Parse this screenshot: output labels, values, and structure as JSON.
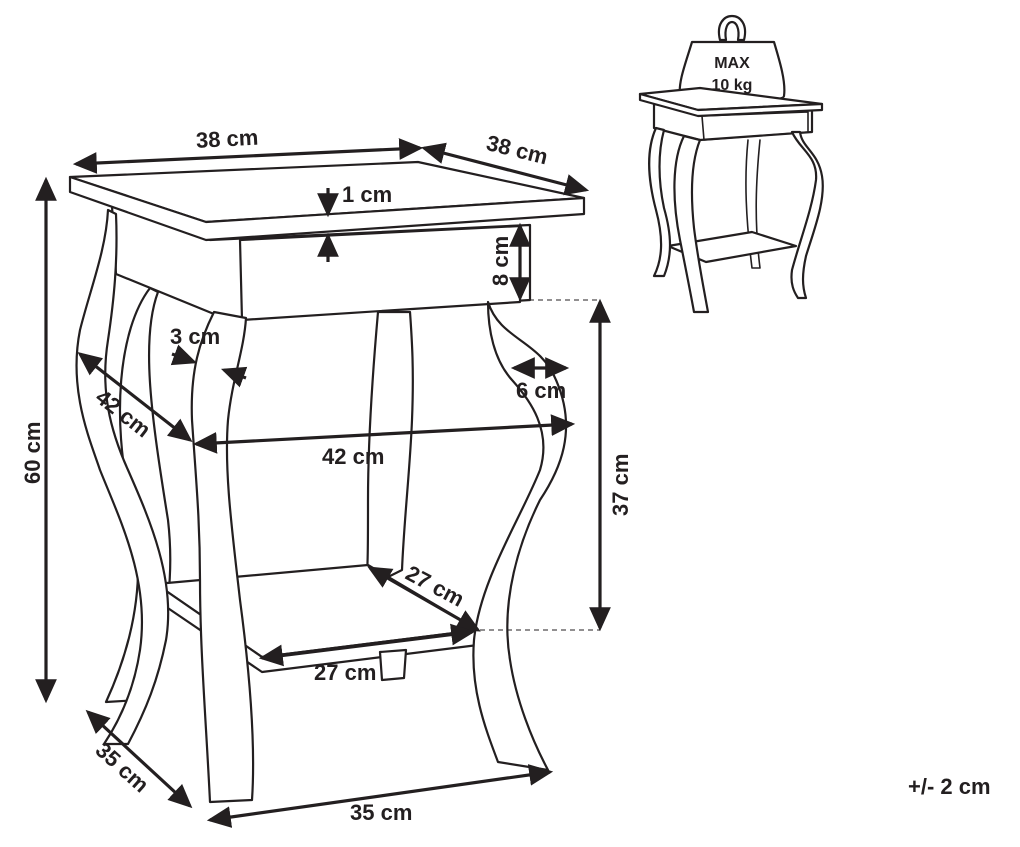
{
  "diagram": {
    "dimensions": {
      "top_width": "38 cm",
      "top_depth": "38 cm",
      "top_thickness": "1 cm",
      "drawer_height": "8 cm",
      "leg_width": "3 cm",
      "leg_curve": "6 cm",
      "mid_depth": "42 cm",
      "mid_width": "42 cm",
      "total_height": "60 cm",
      "shelf_clearance": "37 cm",
      "shelf_depth": "27 cm",
      "shelf_width": "27 cm",
      "base_depth": "35 cm",
      "base_width": "35 cm"
    },
    "weight_badge": {
      "line1": "MAX",
      "line2": "10 kg"
    },
    "tolerance": "+/- 2 cm"
  }
}
